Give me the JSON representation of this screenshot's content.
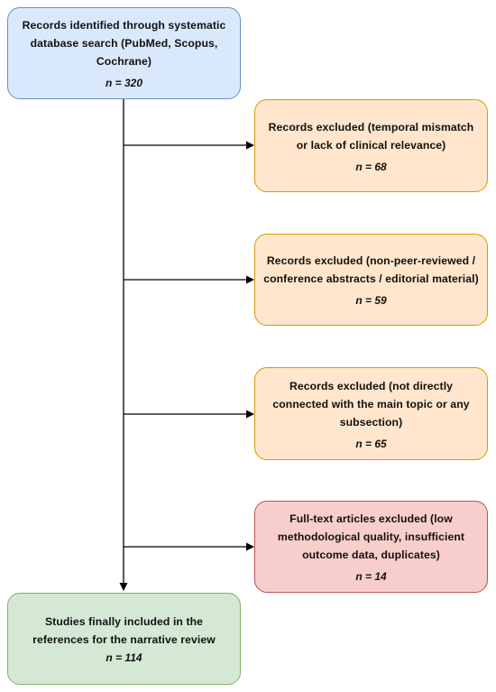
{
  "identified": {
    "label": "Records identified through systematic database search (PubMed, Scopus, Cochrane)",
    "count": "n = 320"
  },
  "exclusions": [
    {
      "label": "Records excluded (temporal mismatch or lack of clinical relevance)",
      "count": "n = 68"
    },
    {
      "label": "Records excluded (non-peer-reviewed / conference abstracts / editorial material)",
      "count": "n = 59"
    },
    {
      "label": "Records excluded (not directly connected with the main topic or any subsection)",
      "count": "n = 65"
    },
    {
      "label": "Full-text articles excluded (low methodological quality, insufficient outcome data, duplicates)",
      "count": "n = 14"
    }
  ],
  "included": {
    "label": "Studies finally included in the references for the narrative review",
    "count": "n = 114"
  },
  "colors": {
    "identified_fill": "#dae8fc",
    "excluded_fill": "#ffe6cc",
    "fulltext_fill": "#f8cecc",
    "included_fill": "#d5e8d4",
    "line": "#000000"
  }
}
